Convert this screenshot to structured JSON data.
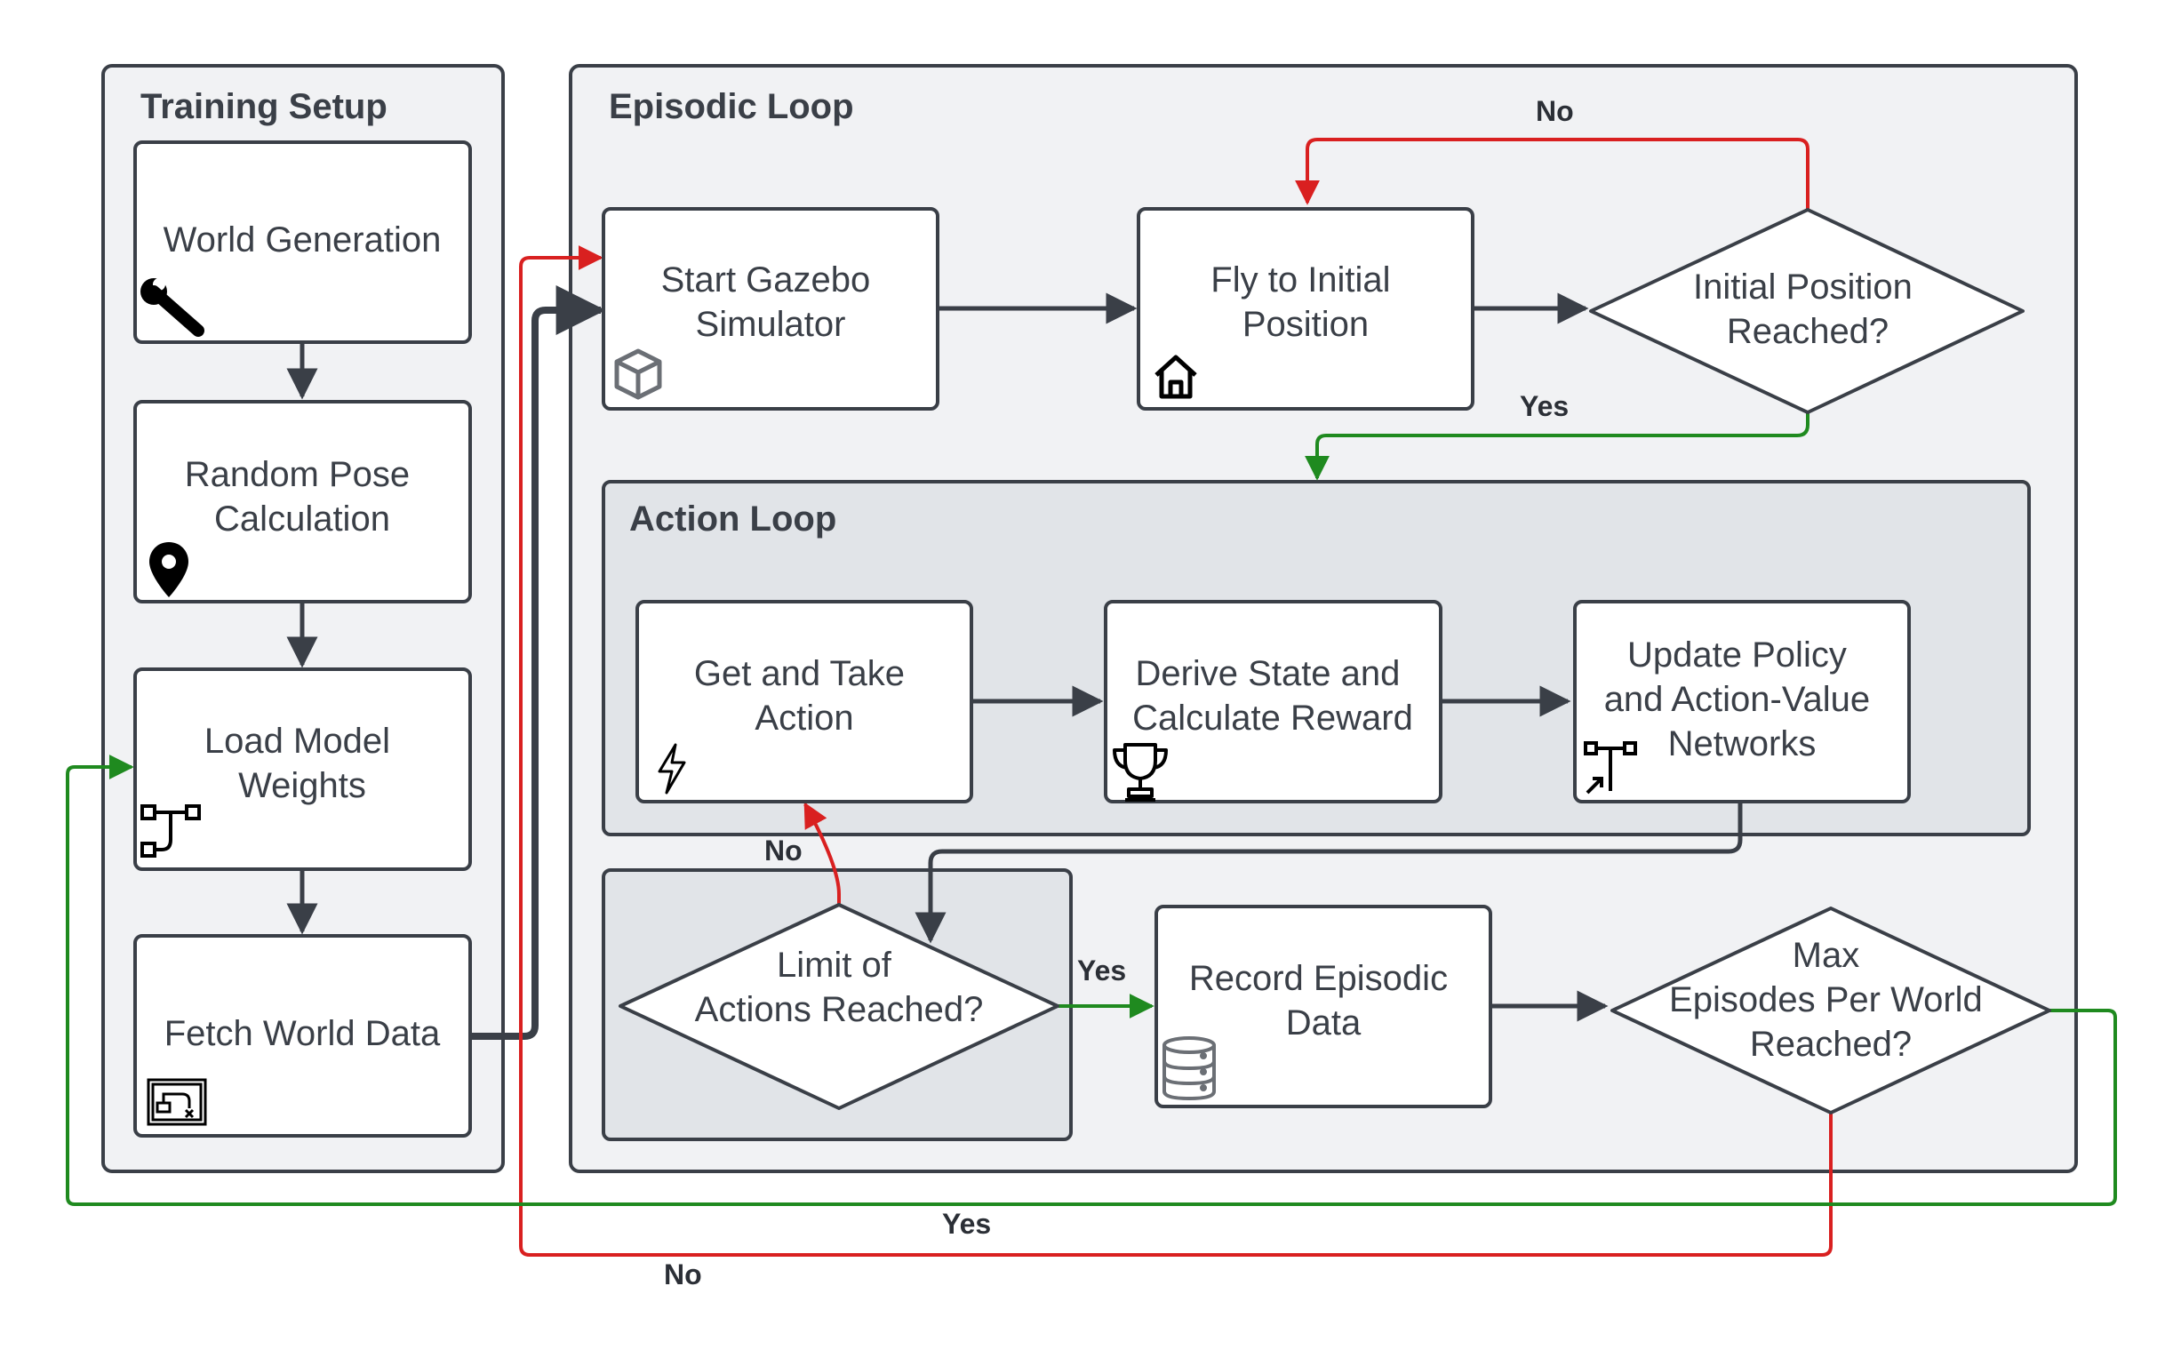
{
  "panels": {
    "training_setup": "Training Setup",
    "episodic_loop": "Episodic Loop",
    "action_loop": "Action Loop"
  },
  "nodes": {
    "world_generation": [
      "World Generation"
    ],
    "random_pose": [
      "Random Pose",
      "Calculation"
    ],
    "load_model": [
      "Load Model",
      "Weights"
    ],
    "fetch_world": [
      "Fetch World Data"
    ],
    "start_gazebo": [
      "Start Gazebo",
      "Simulator"
    ],
    "fly_initial": [
      "Fly to Initial",
      "Position"
    ],
    "initial_reached": [
      "Initial Position",
      "Reached?"
    ],
    "get_take_action": [
      "Get and Take",
      "Action"
    ],
    "derive_state": [
      "Derive State and",
      "Calculate Reward"
    ],
    "update_policy": [
      "Update Policy",
      "and Action-Value",
      "Networks"
    ],
    "limit_actions": [
      "Limit of",
      "Actions Reached?"
    ],
    "record_episodic": [
      "Record Episodic",
      "Data"
    ],
    "max_episodes": [
      "Max",
      "Episodes Per World",
      "Reached?"
    ]
  },
  "edge_labels": {
    "initial_no": "No",
    "initial_yes": "Yes",
    "limit_no": "No",
    "limit_yes": "Yes",
    "max_yes": "Yes",
    "max_no": "No"
  },
  "icons": {
    "world_generation": "wrench-icon",
    "random_pose": "map-pin-icon",
    "load_model": "network-icon",
    "fetch_world": "map-data-icon",
    "start_gazebo": "cube-icon",
    "fly_initial": "home-icon",
    "get_take_action": "lightning-icon",
    "derive_state": "trophy-icon",
    "update_policy": "network-arrow-icon",
    "record_episodic": "database-icon"
  },
  "colors": {
    "stroke": "#3a3f47",
    "panel_fill": "#f1f2f4",
    "inner_fill": "#e1e4e8",
    "yes": "#1f8a1f",
    "no": "#d92020"
  }
}
